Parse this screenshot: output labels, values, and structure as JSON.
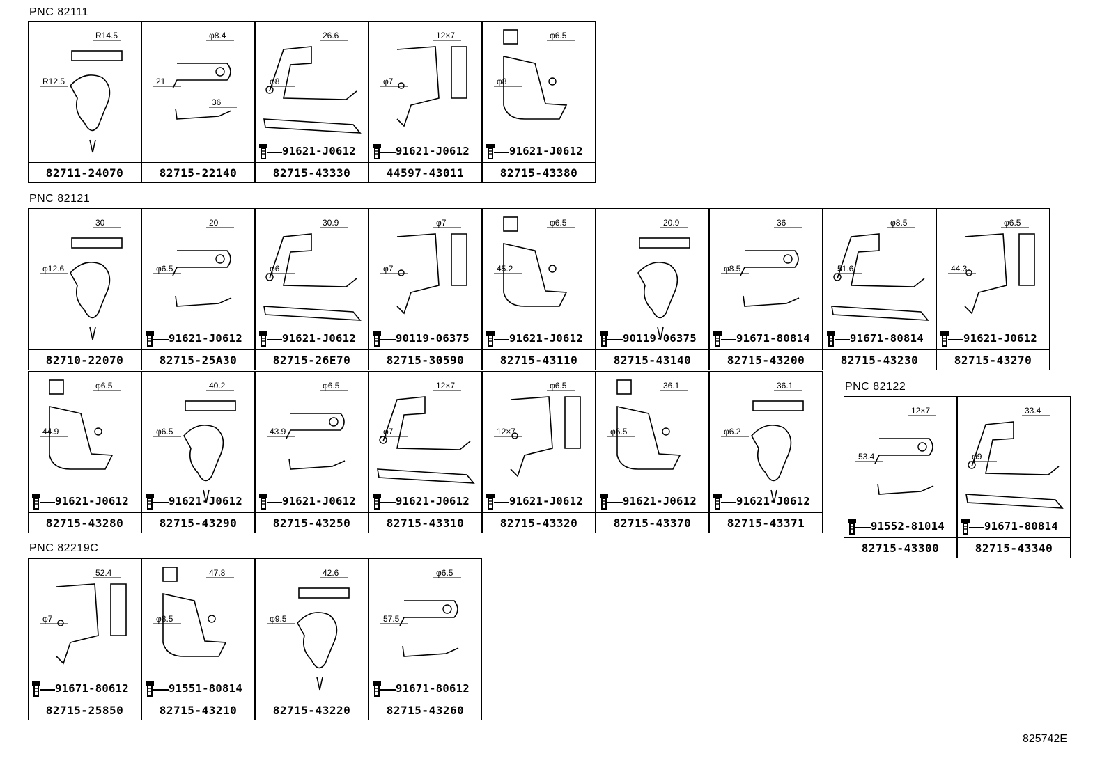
{
  "groups": [
    {
      "title": "PNC 82111"
    },
    {
      "title": "PNC 82121"
    },
    {
      "title": "PNC 82122"
    },
    {
      "title": "PNC 82219C"
    }
  ],
  "cells": [
    {
      "pn": "82711-24070",
      "bolt": "",
      "dims": [
        "R14.5",
        "R12.5"
      ]
    },
    {
      "pn": "82715-22140",
      "bolt": "",
      "dims": [
        "φ8.4",
        "21",
        "36"
      ]
    },
    {
      "pn": "82715-43330",
      "bolt": "91621-J0612",
      "dims": [
        "26.6",
        "φ8"
      ]
    },
    {
      "pn": "44597-43011",
      "bolt": "91621-J0612",
      "dims": [
        "12×7",
        "φ7"
      ]
    },
    {
      "pn": "82715-43380",
      "bolt": "91621-J0612",
      "dims": [
        "φ6.5",
        "φ8"
      ]
    },
    {
      "pn": "82710-22070",
      "bolt": "",
      "dims": [
        "30",
        "φ12.6"
      ]
    },
    {
      "pn": "82715-25A30",
      "bolt": "91621-J0612",
      "dims": [
        "20",
        "φ6.5"
      ]
    },
    {
      "pn": "82715-26E70",
      "bolt": "91621-J0612",
      "dims": [
        "30.9",
        "φ6"
      ]
    },
    {
      "pn": "82715-30590",
      "bolt": "90119-06375",
      "dims": [
        "φ7",
        "φ7"
      ]
    },
    {
      "pn": "82715-43110",
      "bolt": "91621-J0612",
      "dims": [
        "φ6.5",
        "45.2"
      ]
    },
    {
      "pn": "82715-43140",
      "bolt": "90119-06375",
      "dims": [
        "20.9"
      ]
    },
    {
      "pn": "82715-43200",
      "bolt": "91671-80814",
      "dims": [
        "36",
        "φ8.5"
      ]
    },
    {
      "pn": "82715-43230",
      "bolt": "91671-80814",
      "dims": [
        "φ8.5",
        "51.6"
      ]
    },
    {
      "pn": "82715-43270",
      "bolt": "91621-J0612",
      "dims": [
        "φ6.5",
        "44.3"
      ]
    },
    {
      "pn": "82715-43280",
      "bolt": "91621-J0612",
      "dims": [
        "φ6.5",
        "44.9"
      ]
    },
    {
      "pn": "82715-43290",
      "bolt": "91621-J0612",
      "dims": [
        "40.2",
        "φ6.5"
      ]
    },
    {
      "pn": "82715-43250",
      "bolt": "91621-J0612",
      "dims": [
        "φ6.5",
        "43.9"
      ]
    },
    {
      "pn": "82715-43310",
      "bolt": "91621-J0612",
      "dims": [
        "12×7",
        "φ7"
      ]
    },
    {
      "pn": "82715-43320",
      "bolt": "91621-J0612",
      "dims": [
        "φ6.5",
        "12×7"
      ]
    },
    {
      "pn": "82715-43370",
      "bolt": "91621-J0612",
      "dims": [
        "36.1",
        "φ6.5"
      ]
    },
    {
      "pn": "82715-43371",
      "bolt": "91621-J0612",
      "dims": [
        "36.1",
        "φ6.2"
      ]
    },
    {
      "pn": "82715-43300",
      "bolt": "91552-81014",
      "dims": [
        "12×7",
        "53.4"
      ]
    },
    {
      "pn": "82715-43340",
      "bolt": "91671-80814",
      "dims": [
        "33.4",
        "φ9"
      ]
    },
    {
      "pn": "82715-25850",
      "bolt": "91671-80612",
      "dims": [
        "52.4",
        "φ7"
      ]
    },
    {
      "pn": "82715-43210",
      "bolt": "91551-80814",
      "dims": [
        "47.8",
        "φ8.5"
      ]
    },
    {
      "pn": "82715-43220",
      "bolt": "",
      "dims": [
        "42.6",
        "φ9.5"
      ]
    },
    {
      "pn": "82715-43260",
      "bolt": "91671-80612",
      "dims": [
        "φ6.5",
        "57.5"
      ]
    }
  ],
  "figure_code": "825742E"
}
